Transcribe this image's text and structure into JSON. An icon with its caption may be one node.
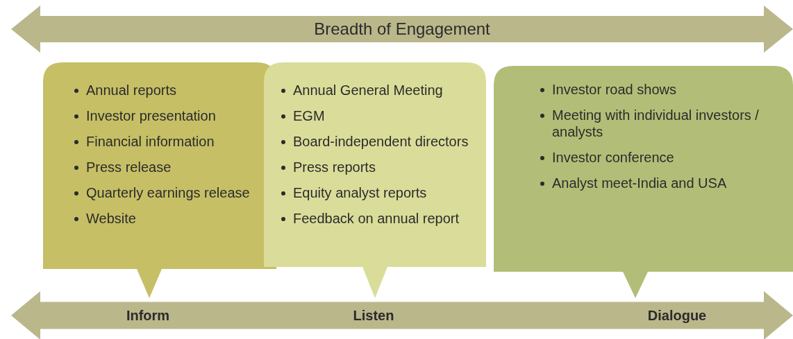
{
  "diagram": {
    "nodes": [
      {
        "text": [
          "Breadth of Engagement"
        ]
      },
      {
        "text": [
          "Annual reports",
          "Investor presentation",
          "Financial information",
          "Press release",
          "Quarterly earnings release",
          "Website"
        ]
      },
      {
        "text": [
          "Annual General Meeting",
          "EGM",
          "Board-independent directors",
          "Press reports",
          "Equity analyst reports",
          "Feedback on annual report"
        ]
      },
      {
        "text": [
          "Investor road shows",
          "Meeting with individual investors / analysts",
          "Investor conference",
          "Analyst meet-India and USA"
        ]
      },
      {
        "text": [
          "Inform",
          "Listen",
          "Dialogue"
        ]
      }
    ],
    "edges": []
  }
}
